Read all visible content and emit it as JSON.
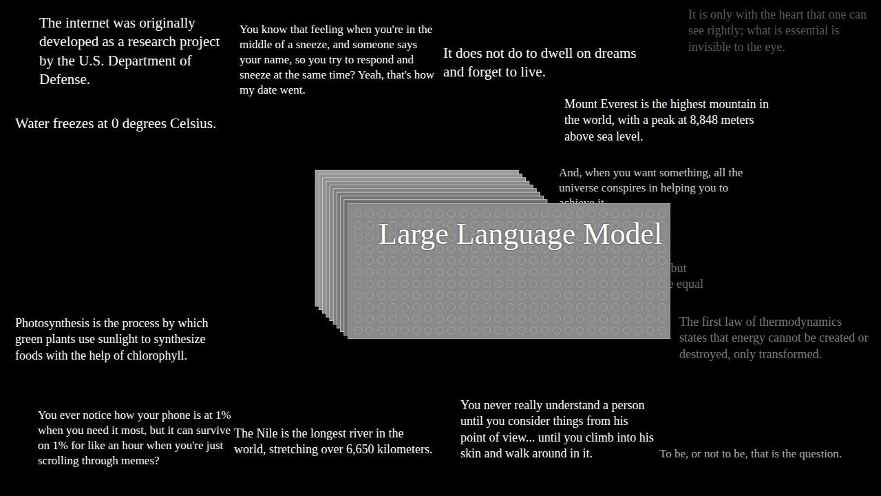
{
  "diagram": {
    "nodes": [
      {
        "text": [
          "Large Language Model"
        ]
      }
    ],
    "labels": [
      "The internet was originally developed as a research project by the U.S. Department of Defense.",
      "You know that feeling when you're in the middle of a sneeze, and someone says your name, so you try to respond and sneeze at the same time? Yeah, that's how my date went.",
      "It does not do to dwell on dreams and forget to live.",
      "It is only with the heart that one can see rightly; what is essential is invisible to the eye.",
      "Mount Everest is the highest mountain in the world, with a peak at 8,848 meters above sea level.",
      "Water freezes at 0 degrees Celsius.",
      "And, when you want something, all the universe conspires in helping you to achieve it.",
      "All animals are equal, but some animals are more equal than others.",
      "Photosynthesis is the process by which green plants use sunlight to synthesize foods with the help of chlorophyll.",
      "You ever notice how your phone is at 1% when you need it most, but it can survive on 1% for like an hour when you're just scrolling through memes?",
      "The Nile is the longest river in the world, stretching over 6,650 kilometers.",
      "You never really understand a person until you consider things from his point of view... until you climb into his skin and walk around in it.",
      "The first law of thermodynamics states that energy cannot be created or destroyed, only transformed.",
      "To be, or not to be, that is the question."
    ]
  }
}
